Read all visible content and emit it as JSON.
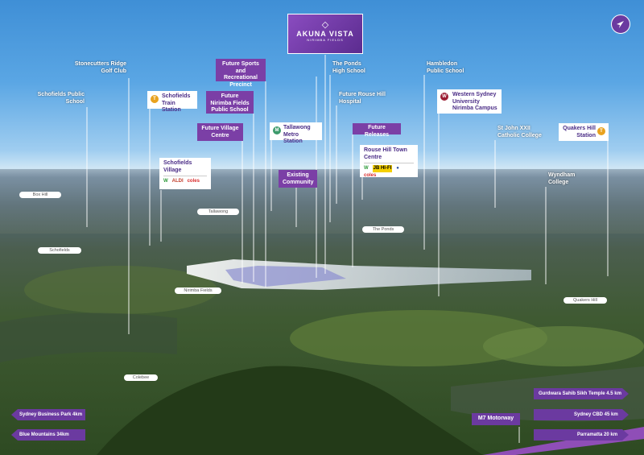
{
  "logo": {
    "title": "AKUNA VISTA",
    "subtitle": "NIRIMBA FIELDS"
  },
  "labels": {
    "stonecutters": "Stonecutters Ridge Golf Club",
    "schofields_ps": "Schofields Public School",
    "future_sports": "Future Sports and Recreational Precinct",
    "future_nirimba": "Future Nirimba Fields Public School",
    "future_village": "Future Village Centre",
    "tallawong_metro": "Tallawong Metro Station",
    "existing_community": "Existing Community",
    "ponds_hs": "The Ponds High School",
    "rouse_hospital": "Future Rouse Hill Hospital",
    "future_releases": "Future Releases",
    "rouse_tc": "Rouse Hill Town Centre",
    "hambledon": "Hambledon Public School",
    "wsu": "Western Sydney University Nirimba Campus",
    "st_john": "St John XXII Catholic College",
    "quakers_station": "Quakers Hill Station",
    "wyndham": "Wyndham College",
    "schofields_station": "Schofields Train Station",
    "schofields_village": "Schofields Village",
    "m7": "M7 Motorway"
  },
  "icons": {
    "train": "T",
    "metro": "M",
    "wsu": "W"
  },
  "stores": {
    "woolworths": "W",
    "aldi": "ALDI",
    "coles": "coles",
    "jbhifi": "JB HI-FI",
    "target": "●"
  },
  "suburbs": {
    "box_hill": "Box Hill",
    "tallawong": "Tallawong",
    "the_ponds": "The Ponds",
    "schofields": "Schofields",
    "nirimba_fields": "Nirimba Fields",
    "quakers_hill": "Quakers Hill",
    "colebee": "Colebee"
  },
  "distances": {
    "business_park": "Sydney Business Park 4km",
    "blue_mountains": "Blue Mountains 34km",
    "gurdwara": "Gurdwara Sahib Sikh Temple 4.5 km",
    "sydney_cbd": "Sydney CBD 45 km",
    "parramatta": "Parramatta 20 km"
  },
  "colors": {
    "purple": "#6b3aa0",
    "accent": "#7b3fa6",
    "white": "#ffffff"
  }
}
